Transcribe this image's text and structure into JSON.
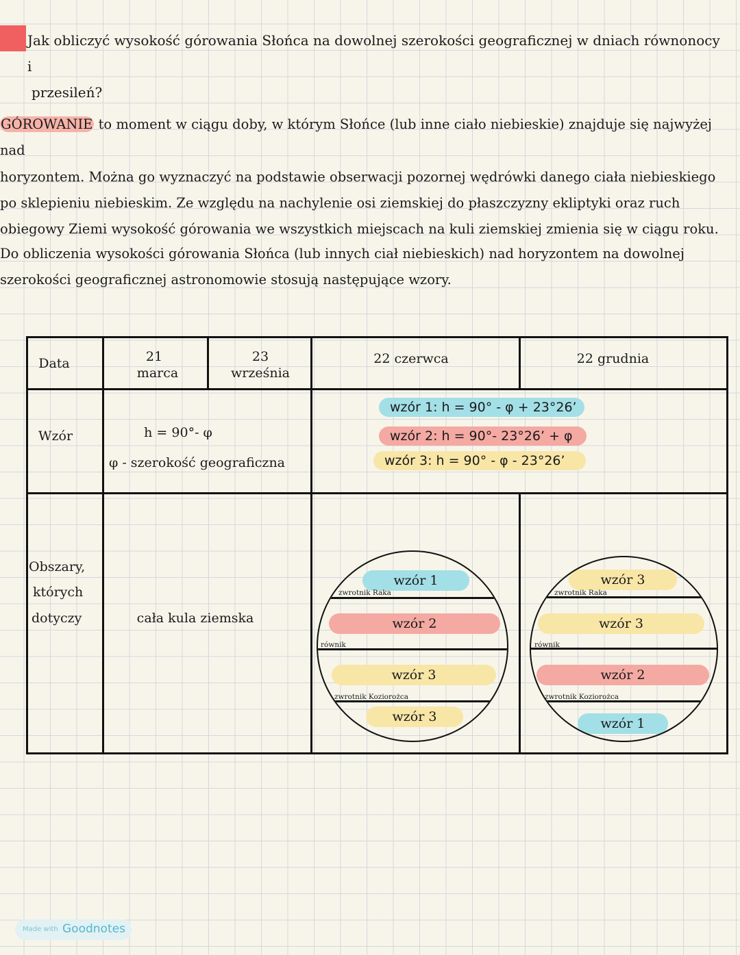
{
  "heading": {
    "line1": "Jak obliczyć wysokość górowania Słońca na dowolnej szerokości geograficznej w dniach równonocy i",
    "line2": "przesileń?"
  },
  "paragraph1": {
    "term": "GÓROWANIE",
    "l1": " to moment w ciągu doby, w którym Słońce (lub inne ciało niebieskie) znajduje się najwyżej nad",
    "l2": "horyzontem. Można go wyznaczyć na podstawie obserwacji pozornej wędrówki danego ciała niebieskiego",
    "l3": "po sklepieniu niebieskim. Ze względu na nachylenie osi ziemskiej do płaszczyzny ekliptyki oraz ruch",
    "l4": "obiegowy Ziemi wysokość górowania we wszystkich miejscach na kuli ziemskiej zmienia się w ciągu roku."
  },
  "paragraph2": {
    "l1": "Do obliczenia wysokości górowania Słońca (lub innych ciał niebieskich) nad horyzontem na dowolnej",
    "l2": "szerokości geograficznej astronomowie stosują następujące wzory."
  },
  "table": {
    "header": {
      "data": "Data",
      "march_day": "21",
      "march_month": "marca",
      "sept_day": "23",
      "sept_month": "września",
      "june": "22 czerwca",
      "december": "22 grudnia"
    },
    "formula_row": {
      "label": "Wzór",
      "equinox_formula": "h = 90°- φ",
      "equinox_note": "φ - szerokość geograficzna",
      "formula1": "wzór 1: h = 90° - φ + 23°26’",
      "formula2": "wzór 2: h = 90°- 23°26’ + φ",
      "formula3": "wzór 3: h = 90° - φ -  23°26’"
    },
    "areas_row": {
      "label_l1": "Obszary,",
      "label_l2": "których",
      "label_l3": "dotyczy",
      "equinox_area": "cała kula ziemska",
      "june_globe": {
        "top": "wzór 1",
        "tropic_cancer": "zwrotnik Raka",
        "upper_mid": "wzór 2",
        "equator": "równik",
        "lower_mid": "wzór 3",
        "tropic_capricorn": "zwrotnik Koziorożca",
        "bottom": "wzór 3"
      },
      "december_globe": {
        "top": "wzór 3",
        "tropic_cancer": "zwrotnik Raka",
        "upper_mid": "wzór 3",
        "equator": "równik",
        "lower_mid": "wzór 2",
        "tropic_capricorn": "zwrotnik Koziorożca",
        "bottom": "wzór 1"
      }
    }
  },
  "footer": {
    "made_with": "Made with",
    "brand": "Goodnotes"
  },
  "colors": {
    "red_marker": "#f06060",
    "blue_highlight": "#a3dfe6",
    "red_highlight": "#f4a9a3",
    "yellow_highlight": "#f8e6a7",
    "paper": "#f7f5ea",
    "grid": "#d4d8dc"
  }
}
